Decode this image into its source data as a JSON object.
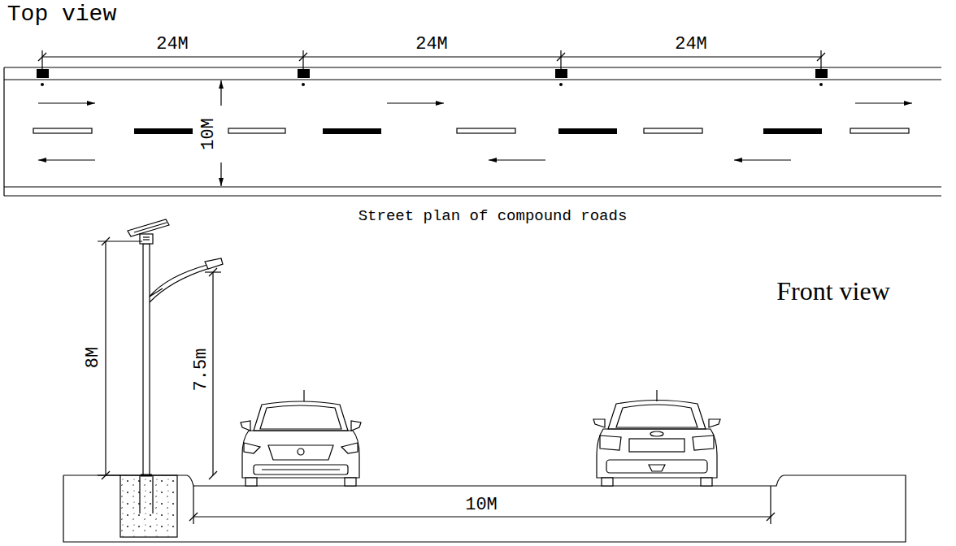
{
  "diagram": {
    "caption": "Street plan of compound roads",
    "labels": [
      "Top view",
      "24M",
      "24M",
      "24M",
      "10M",
      "Front view",
      "8M",
      "7.5m",
      "10M"
    ]
  }
}
